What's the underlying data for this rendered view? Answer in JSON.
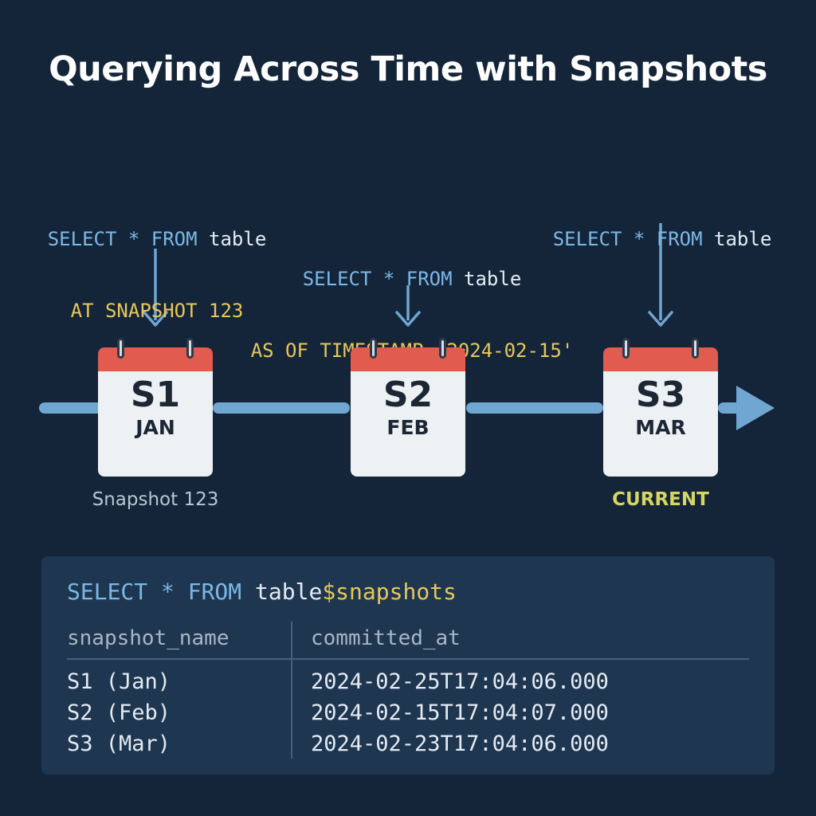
{
  "title": "Querying Across Time with Snapshots",
  "queries": [
    {
      "select": "SELECT * FROM",
      "table": "table",
      "clause": "AT SNAPSHOT 123"
    },
    {
      "select": "SELECT * FROM",
      "table": "table",
      "clause": "AS OF TIMESTAMP '2024-02-15'"
    },
    {
      "select": "SELECT * FROM",
      "table": "table",
      "clause": ""
    }
  ],
  "snapshots": [
    {
      "id": "S1",
      "month": "JAN",
      "caption": "Snapshot 123"
    },
    {
      "id": "S2",
      "month": "FEB",
      "caption": ""
    },
    {
      "id": "S3",
      "month": "MAR",
      "caption": "CURRENT"
    }
  ],
  "colors": {
    "background": "#142539",
    "keyword": "#7cb8e6",
    "highlight": "#e8c85a",
    "calendar_header": "#e15b4f",
    "timeline": "#6fa6d2",
    "panel": "#1f3650"
  },
  "panel": {
    "query_prefix": "SELECT * FROM",
    "query_table": "table",
    "query_suffix": "$snapshots",
    "columns": [
      "snapshot_name",
      "committed_at"
    ],
    "rows": [
      [
        "S1 (Jan)",
        "2024-02-25T17:04:06.000"
      ],
      [
        "S2 (Feb)",
        "2024-02-15T17:04:07.000"
      ],
      [
        "S3 (Mar)",
        "2024-02-23T17:04:06.000"
      ]
    ]
  }
}
